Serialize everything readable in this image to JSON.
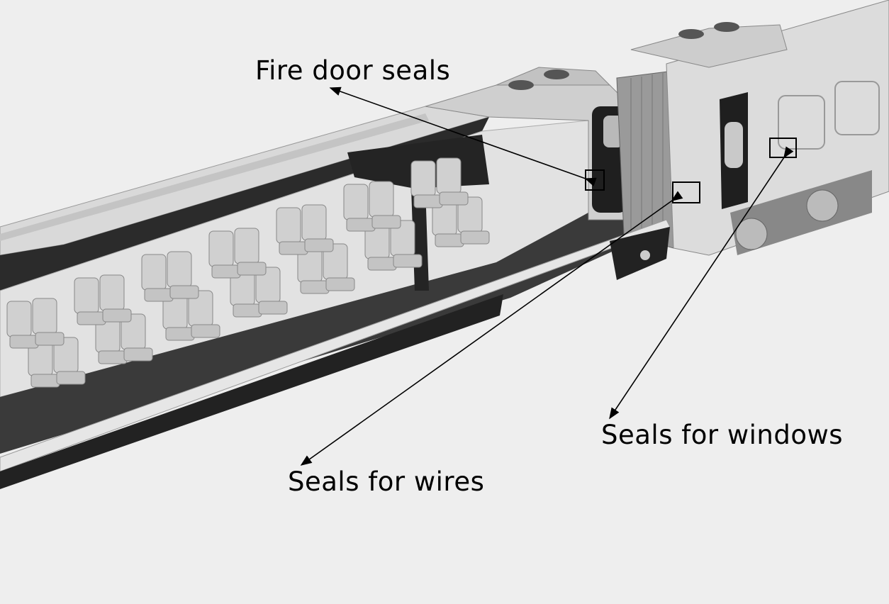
{
  "labels": {
    "fire_door": "Fire door seals",
    "wires": "Seals for wires",
    "windows": "Seals for windows"
  },
  "colors": {
    "background": "#eeeeee",
    "body": "#d6d6d6",
    "dark_panel": "#2a2a2a",
    "seat": "#cfcfcf",
    "annotation": "#000000"
  }
}
